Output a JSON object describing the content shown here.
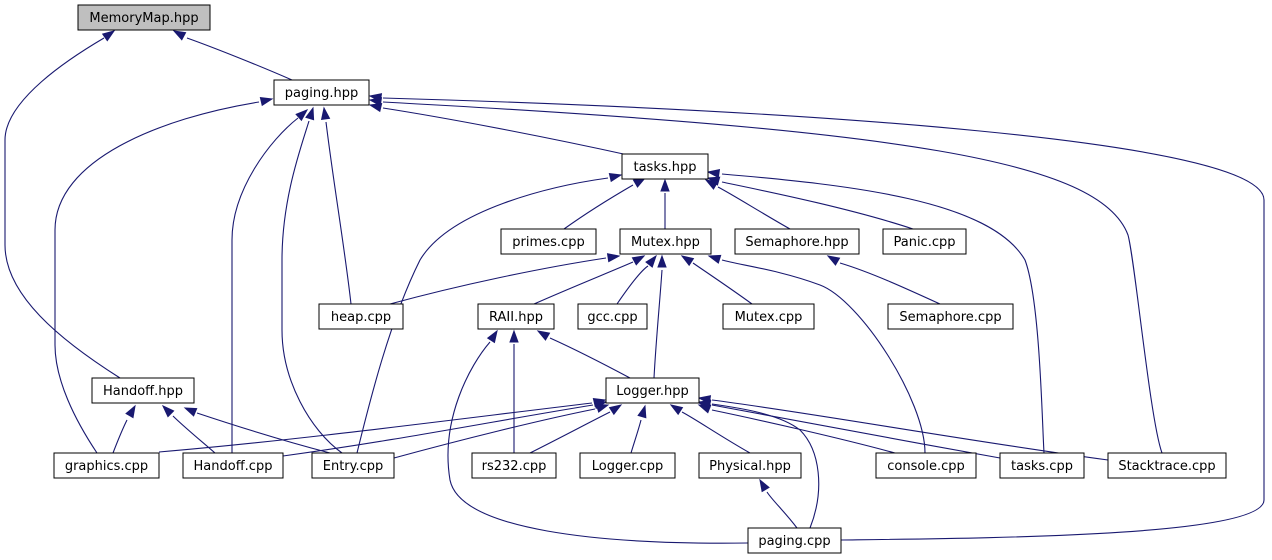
{
  "diagram": {
    "edge_color": "#191970",
    "focus_fill": "#bfbfbf",
    "nodes": [
      {
        "id": "memorymap_hpp",
        "label": "MemoryMap.hpp",
        "focus": true
      },
      {
        "id": "paging_hpp",
        "label": "paging.hpp"
      },
      {
        "id": "tasks_hpp",
        "label": "tasks.hpp"
      },
      {
        "id": "primes_cpp",
        "label": "primes.cpp"
      },
      {
        "id": "mutex_hpp",
        "label": "Mutex.hpp"
      },
      {
        "id": "semaphore_hpp",
        "label": "Semaphore.hpp"
      },
      {
        "id": "panic_cpp",
        "label": "Panic.cpp"
      },
      {
        "id": "heap_cpp",
        "label": "heap.cpp"
      },
      {
        "id": "raii_hpp",
        "label": "RAII.hpp"
      },
      {
        "id": "gcc_cpp",
        "label": "gcc.cpp"
      },
      {
        "id": "mutex_cpp",
        "label": "Mutex.cpp"
      },
      {
        "id": "semaphore_cpp",
        "label": "Semaphore.cpp"
      },
      {
        "id": "handoff_hpp",
        "label": "Handoff.hpp"
      },
      {
        "id": "logger_hpp",
        "label": "Logger.hpp"
      },
      {
        "id": "graphics_cpp",
        "label": "graphics.cpp"
      },
      {
        "id": "handoff_cpp",
        "label": "Handoff.cpp"
      },
      {
        "id": "entry_cpp",
        "label": "Entry.cpp"
      },
      {
        "id": "rs232_cpp",
        "label": "rs232.cpp"
      },
      {
        "id": "logger_cpp",
        "label": "Logger.cpp"
      },
      {
        "id": "physical_hpp",
        "label": "Physical.hpp"
      },
      {
        "id": "console_cpp",
        "label": "console.cpp"
      },
      {
        "id": "tasks_cpp",
        "label": "tasks.cpp"
      },
      {
        "id": "stacktrace_cpp",
        "label": "Stacktrace.cpp"
      },
      {
        "id": "paging_cpp",
        "label": "paging.cpp"
      }
    ],
    "edges": [
      {
        "from": "paging_hpp",
        "to": "memorymap_hpp"
      },
      {
        "from": "handoff_hpp",
        "to": "memorymap_hpp"
      },
      {
        "from": "tasks_hpp",
        "to": "paging_hpp"
      },
      {
        "from": "graphics_cpp",
        "to": "paging_hpp"
      },
      {
        "from": "handoff_cpp",
        "to": "paging_hpp"
      },
      {
        "from": "entry_cpp",
        "to": "paging_hpp"
      },
      {
        "from": "heap_cpp",
        "to": "paging_hpp"
      },
      {
        "from": "stacktrace_cpp",
        "to": "paging_hpp"
      },
      {
        "from": "paging_cpp",
        "to": "paging_hpp"
      },
      {
        "from": "primes_cpp",
        "to": "tasks_hpp"
      },
      {
        "from": "mutex_hpp",
        "to": "tasks_hpp"
      },
      {
        "from": "semaphore_hpp",
        "to": "tasks_hpp"
      },
      {
        "from": "panic_cpp",
        "to": "tasks_hpp"
      },
      {
        "from": "entry_cpp",
        "to": "tasks_hpp"
      },
      {
        "from": "tasks_cpp",
        "to": "tasks_hpp"
      },
      {
        "from": "heap_cpp",
        "to": "mutex_hpp"
      },
      {
        "from": "raii_hpp",
        "to": "mutex_hpp"
      },
      {
        "from": "gcc_cpp",
        "to": "mutex_hpp"
      },
      {
        "from": "mutex_cpp",
        "to": "mutex_hpp"
      },
      {
        "from": "logger_hpp",
        "to": "mutex_hpp"
      },
      {
        "from": "console_cpp",
        "to": "mutex_hpp"
      },
      {
        "from": "semaphore_cpp",
        "to": "semaphore_hpp"
      },
      {
        "from": "logger_hpp",
        "to": "raii_hpp"
      },
      {
        "from": "rs232_cpp",
        "to": "raii_hpp"
      },
      {
        "from": "paging_cpp",
        "to": "raii_hpp"
      },
      {
        "from": "graphics_cpp",
        "to": "handoff_hpp"
      },
      {
        "from": "handoff_cpp",
        "to": "handoff_hpp"
      },
      {
        "from": "entry_cpp",
        "to": "handoff_hpp"
      },
      {
        "from": "graphics_cpp",
        "to": "logger_hpp"
      },
      {
        "from": "handoff_cpp",
        "to": "logger_hpp"
      },
      {
        "from": "entry_cpp",
        "to": "logger_hpp"
      },
      {
        "from": "rs232_cpp",
        "to": "logger_hpp"
      },
      {
        "from": "logger_cpp",
        "to": "logger_hpp"
      },
      {
        "from": "physical_hpp",
        "to": "logger_hpp"
      },
      {
        "from": "console_cpp",
        "to": "logger_hpp"
      },
      {
        "from": "tasks_cpp",
        "to": "logger_hpp"
      },
      {
        "from": "stacktrace_cpp",
        "to": "logger_hpp"
      },
      {
        "from": "paging_cpp",
        "to": "logger_hpp"
      },
      {
        "from": "paging_cpp",
        "to": "physical_hpp"
      }
    ]
  }
}
